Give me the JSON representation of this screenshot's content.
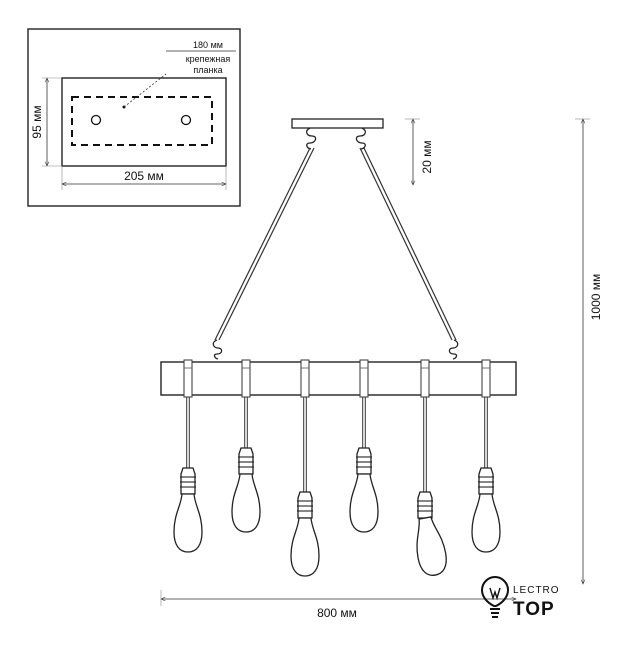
{
  "inset": {
    "plank_length_label": "180 мм",
    "plank_caption_line1": "крепежная",
    "plank_caption_line2": "планка",
    "height_label": "95 мм",
    "width_label": "205 мм"
  },
  "dimensions": {
    "canopy_height_label": "20 мм",
    "total_height_label": "1000 мм",
    "total_width_label": "800 мм"
  },
  "lamp": {
    "bulb_count": 6
  },
  "logo": {
    "line1": "LECTRO",
    "line2": "TOP"
  }
}
